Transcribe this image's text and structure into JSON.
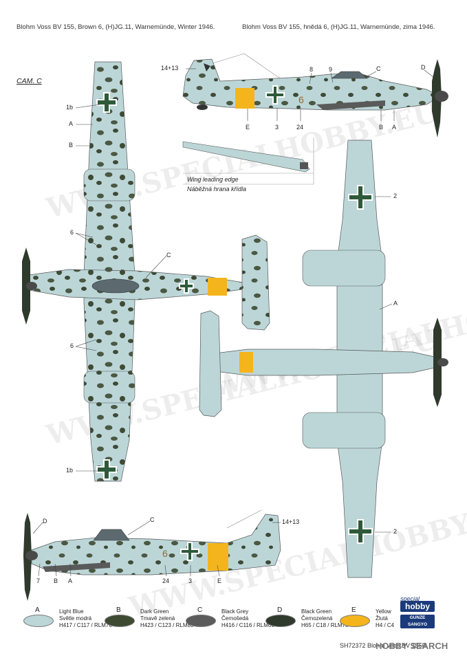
{
  "captions": {
    "left": "Blohm Voss BV 155, Brown 6, (H)JG.11, Warnemünde, Winter 1946.",
    "right": "Blohm Voss BV 155, hnědá 6, (H)JG.11, Warnemünde, zima 1946."
  },
  "camo_label": "CAM. C",
  "watermark": "WWW.SPECIALHOBBY.EU",
  "fuselage_code": "6",
  "wing_leading_edge": {
    "en": "Wing leading edge",
    "cz": "Náběžná hrana křídla"
  },
  "callouts": {
    "top_side": [
      "14+13",
      "8",
      "9",
      "C",
      "D",
      "E",
      "3",
      "24",
      "B",
      "A"
    ],
    "top_view": [
      "1b",
      "A",
      "B",
      "6",
      "C",
      "6",
      "1b"
    ],
    "bottom_view": [
      "2",
      "A",
      "2"
    ],
    "bottom_side": [
      "D",
      "C",
      "14+13",
      "7",
      "B",
      "A",
      "24",
      "3",
      "E"
    ]
  },
  "legend": [
    {
      "letter": "A",
      "color": "#bcd6d8",
      "en": "Light Blue",
      "cz": "Světle modrá",
      "codes": "H417 / C117 / RLM76"
    },
    {
      "letter": "B",
      "color": "#3f4a33",
      "en": "Dark Green",
      "cz": "Tmavě zelená",
      "codes": "H423 / C123 / RLM83"
    },
    {
      "letter": "C",
      "color": "#5c5c5c",
      "en": "Black Grey",
      "cz": "Černošedá",
      "codes": "H416 / C116 / RLM66"
    },
    {
      "letter": "D",
      "color": "#2f3a2c",
      "en": "Black Green",
      "cz": "Černozelená",
      "codes": "H65 / C18 / RLM70"
    },
    {
      "letter": "E",
      "color": "#f4b51c",
      "en": "Yellow",
      "cz": "Žlutá",
      "codes": "H4 / C4"
    }
  ],
  "logo": {
    "special": "special",
    "hobby": "hobby",
    "gunze_line1": "GUNZE",
    "gunze_line2": "SANGYO"
  },
  "footer_code": "SH72372  Blohm Voss BV 155B",
  "search_watermark": "HOBBY SEARCH"
}
